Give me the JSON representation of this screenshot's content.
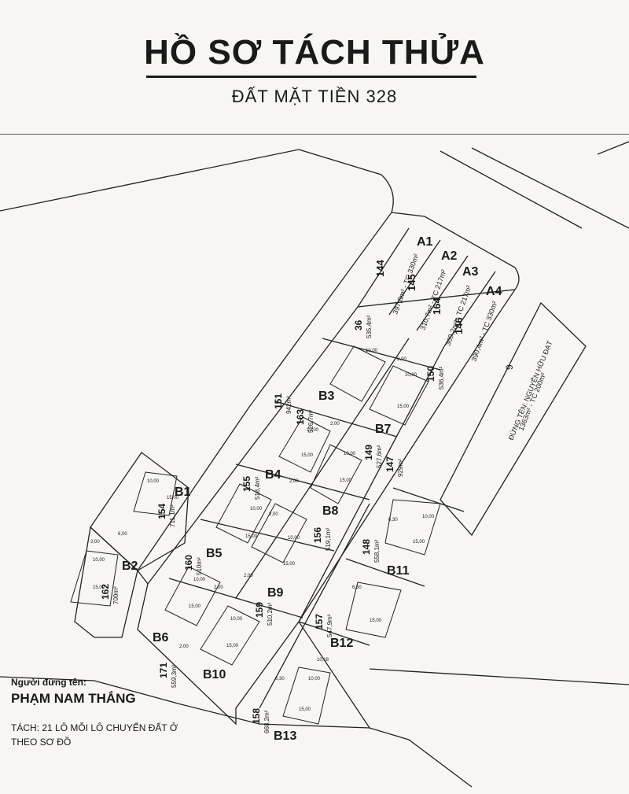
{
  "header": {
    "title": "HỒ SƠ TÁCH THỬA",
    "subtitle": "ĐẤT MẶT TIỀN 328"
  },
  "plan": {
    "lot_labels": [
      "A1",
      "A2",
      "A3",
      "A4",
      "B1",
      "B2",
      "B3",
      "B4",
      "B5",
      "B6",
      "B7",
      "B8",
      "B9",
      "B10",
      "B11",
      "B12",
      "B13"
    ],
    "a_row": [
      {
        "num": "144",
        "area": "397,8m² - TC 330m²"
      },
      {
        "num": "145",
        "area": "310,7m² - TC 217m²"
      },
      {
        "num": "164",
        "area": "309,2m² - TC 217m²"
      },
      {
        "num": "146",
        "area": "390,4m² - TC 330m²"
      }
    ],
    "parcel_9": {
      "num": "9",
      "area": "1363m² - TC 200m²",
      "owner": "ĐỨNG TÊN: NGUYỄN HỮU ĐẠT"
    },
    "parcels": [
      {
        "num": "36",
        "area": "535,4m²"
      },
      {
        "num": "151",
        "area": "942m²"
      },
      {
        "num": "163",
        "area": "526,7m²"
      },
      {
        "num": "150",
        "area": "536,4m²"
      },
      {
        "num": "155",
        "area": "518,4m²"
      },
      {
        "num": "149",
        "area": "527,6m²"
      },
      {
        "num": "147",
        "area": "929m²"
      },
      {
        "num": "154",
        "area": "711,1m²"
      },
      {
        "num": "162",
        "area": "700m²"
      },
      {
        "num": "160",
        "area": "510m²"
      },
      {
        "num": "156",
        "area": "519,1m²"
      },
      {
        "num": "148",
        "area": "558,1m²"
      },
      {
        "num": "159",
        "area": "510,2m²"
      },
      {
        "num": "157",
        "area": "547,9m²"
      },
      {
        "num": "171",
        "area": "559,3m²"
      },
      {
        "num": "158",
        "area": "668,2m²"
      }
    ],
    "dims": [
      "10,00",
      "15,00",
      "2,00",
      "6,00",
      "6,30",
      "10,18"
    ]
  },
  "footer": {
    "owner_label": "Người đứng tên:",
    "owner_name": "PHẠM NAM THẮNG",
    "note_line1": "TÁCH: 21 LÔ MỖI LÔ CHUYỂN ĐẤT Ở",
    "note_line2": "THEO SƠ ĐỒ"
  }
}
